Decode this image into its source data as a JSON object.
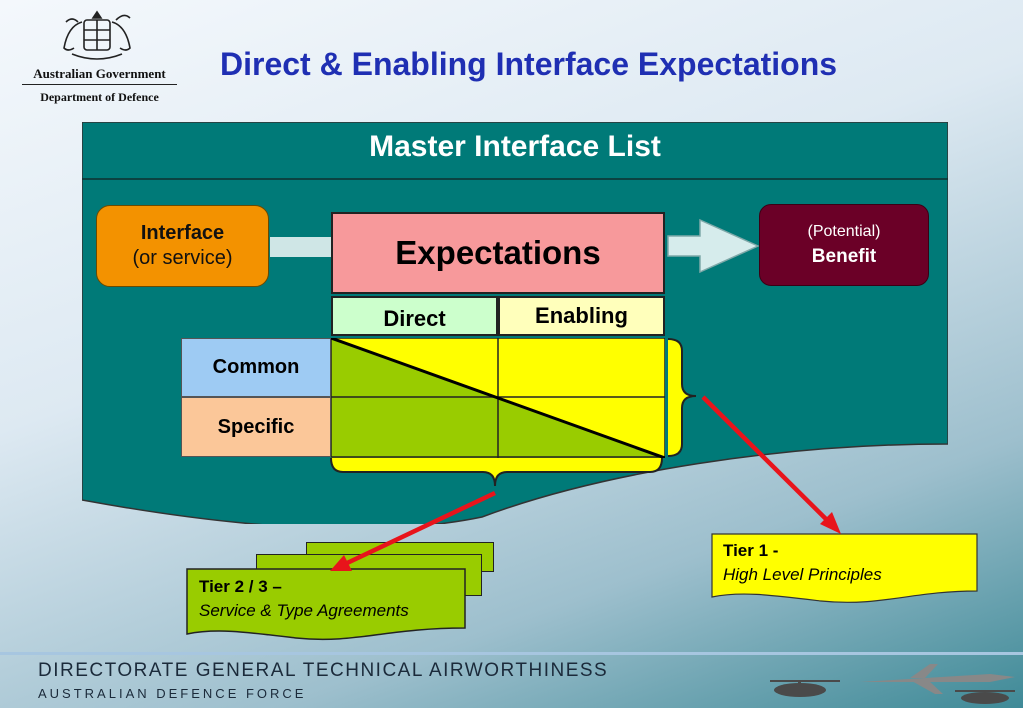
{
  "header": {
    "government": "Australian Government",
    "department": "Department of Defence",
    "title": "Direct & Enabling Interface Expectations"
  },
  "diagram": {
    "panel_title": "Master Interface List",
    "interface_line1": "Interface",
    "interface_line2": "(or service)",
    "expectations": "Expectations",
    "benefit_line1": "(Potential)",
    "benefit_line2": "Benefit",
    "col_direct": "Direct",
    "col_enabling": "Enabling",
    "row_common": "Common",
    "row_specific": "Specific",
    "tier1_head": "Tier 1 -",
    "tier1_sub": "High Level Principles",
    "tier2_head": "Tier 2 / 3 –",
    "tier2_sub": "Service & Type Agreements"
  },
  "colors": {
    "title": "#1f2fb3",
    "panel": "#007a78",
    "interface": "#f39200",
    "benefit": "#6b0027",
    "expectations": "#f7999b",
    "grid_green": "#99cc00",
    "grid_yellow": "#ffff00",
    "arrow_red": "#e8141b"
  },
  "footer": {
    "line1": "DIRECTORATE GENERAL TECHNICAL AIRWORTHINESS",
    "line2": "AUSTRALIAN DEFENCE FORCE"
  }
}
